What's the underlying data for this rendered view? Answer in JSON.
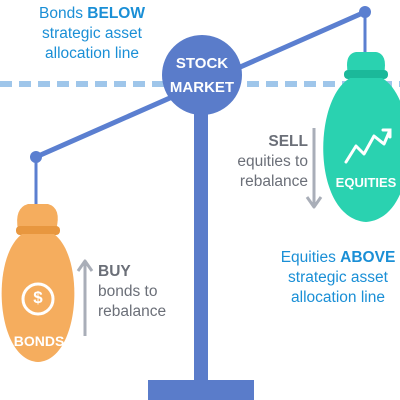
{
  "colors": {
    "beam": "#5b7fd0",
    "fulcrum": "#5a7cca",
    "dash_line": "#9fc6ea",
    "bonds_bag": "#f5ad5e",
    "equities_bag": "#2ad2b0",
    "arrow": "#a9aeb8",
    "caption_blue": "#1a8fd6",
    "caption_gray": "#6b6f78"
  },
  "icons": {
    "bonds_bag": "dollar-coin-icon",
    "equities_bag": "trend-line-icon"
  },
  "fulcrum": {
    "line1": "STOCK",
    "line2": "MARKET"
  },
  "bonds": {
    "bag_label": "BONDS",
    "caption": {
      "line1": "Bonds ",
      "emphasis": "BELOW",
      "line2": "strategic asset",
      "line3": "allocation line"
    },
    "action": {
      "verb": "BUY",
      "line2": "bonds to",
      "line3": "rebalance"
    }
  },
  "equities": {
    "bag_label": "EQUITIES",
    "caption": {
      "line1": "Equities ",
      "emphasis": "ABOVE",
      "line2": "strategic asset",
      "line3": "allocation line"
    },
    "action": {
      "verb": "SELL",
      "line2": "equities to",
      "line3": "rebalance"
    }
  }
}
